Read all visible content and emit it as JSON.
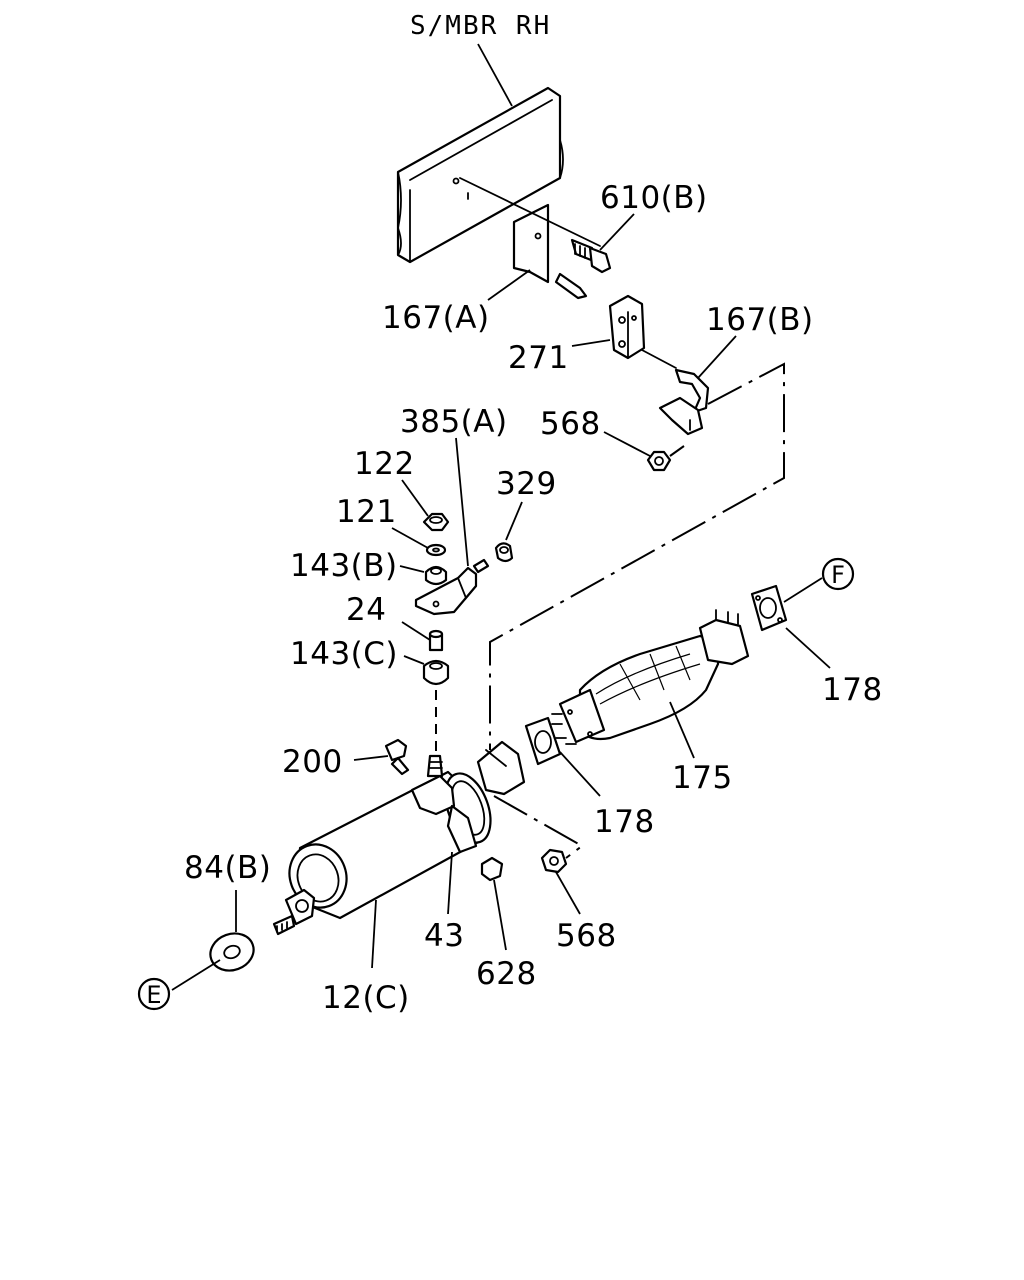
{
  "diagram": {
    "title": "S/MBR RH",
    "labels": {
      "l610b": "610(B)",
      "l167a": "167(A)",
      "l271": "271",
      "l167b": "167(B)",
      "l385a": "385(A)",
      "l568a": "568",
      "l122": "122",
      "l121": "121",
      "l329": "329",
      "l143b": "143(B)",
      "l24": "24",
      "l143c": "143(C)",
      "l178a": "178",
      "l200": "200",
      "l175": "175",
      "l178b": "178",
      "l84b": "84(B)",
      "l43": "43",
      "l568b": "568",
      "l628": "628",
      "l12c": "12(C)"
    },
    "callouts": {
      "f": "F",
      "e": "E"
    }
  }
}
